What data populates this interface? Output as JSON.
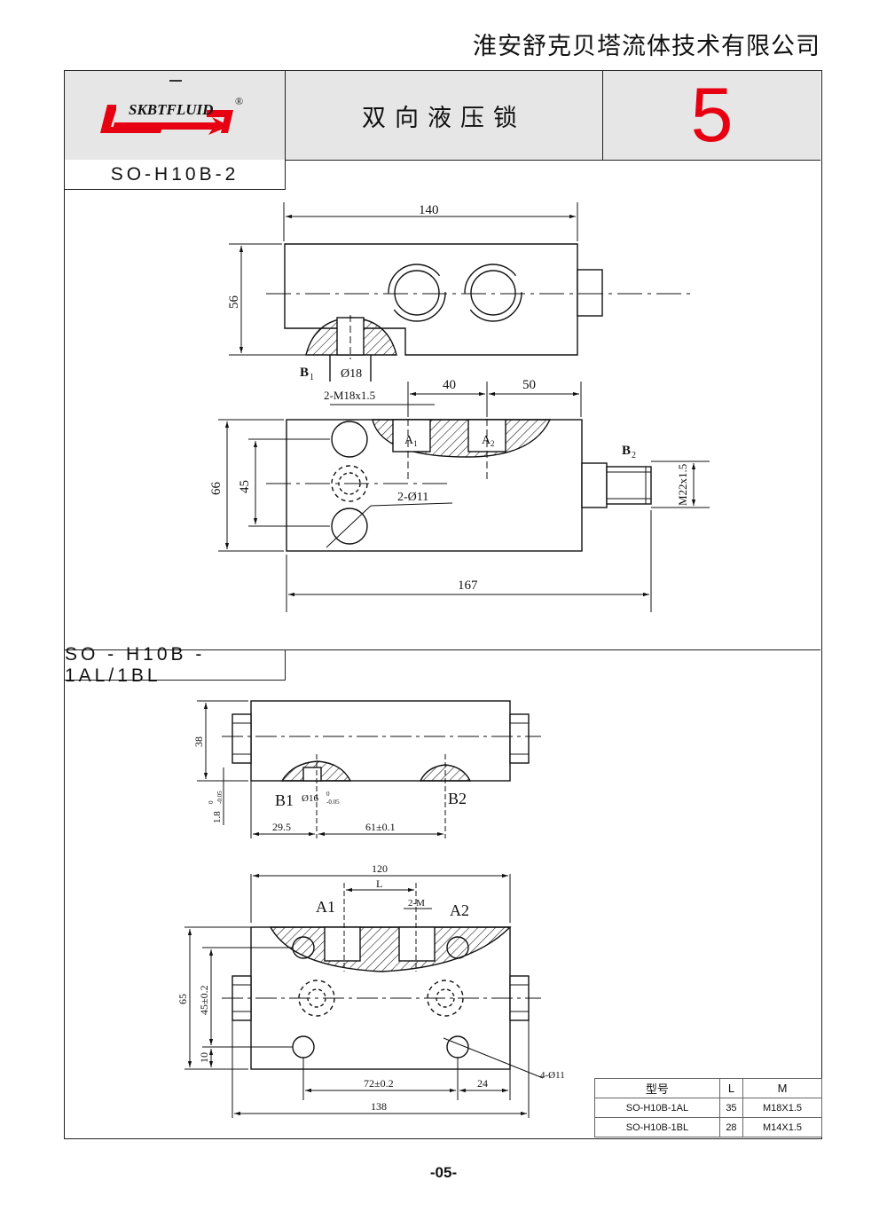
{
  "header": {
    "company": "淮安舒克贝塔流体技术有限公司",
    "logo_text": "SKBTFLUID",
    "logo_mark": "®",
    "title": "双向液压锁",
    "page_number_big": "5"
  },
  "colors": {
    "brand_red": "#e60012",
    "header_bg": "#e6e6e6"
  },
  "sections": [
    {
      "label": "SO-H10B-2",
      "dims": {
        "d140": "140",
        "d56": "56",
        "b1": "B",
        "b1_sub": "1",
        "phi18": "Ø18",
        "m18": "2-M18x1.5",
        "d40": "40",
        "d50": "50",
        "a1": "A",
        "a1_sub": "1",
        "a2": "A",
        "a2_sub": "2",
        "b2": "B",
        "b2_sub": "2",
        "d66": "66",
        "d45": "45",
        "phi11": "2-Ø11",
        "m22": "M22x1.5",
        "d167": "167"
      }
    },
    {
      "label": "SO - H10B - 1AL/1BL",
      "dims": {
        "d38": "38",
        "b1": "B1",
        "phi16": "Ø16",
        "tol16_up": "0",
        "tol16_dn": "-0.05",
        "b2": "B2",
        "d18": "1.8",
        "tol18_up": "0",
        "tol18_dn": "-0.05",
        "d29": "29.5",
        "d61": "61±0.1",
        "d120": "120",
        "L": "L",
        "a1": "A1",
        "m2": "2-M",
        "a2": "A2",
        "d65": "65",
        "d45": "45±0.2",
        "d10": "10",
        "phi11": "4-Ø11",
        "d72": "72±0.2",
        "d24": "24",
        "d138": "138"
      }
    }
  ],
  "table": {
    "headers": [
      "型号",
      "L",
      "M"
    ],
    "rows": [
      [
        "SO-H10B-1AL",
        "35",
        "M18X1.5"
      ],
      [
        "SO-H10B-1BL",
        "28",
        "M14X1.5"
      ]
    ]
  },
  "footer": {
    "page": "-05-"
  }
}
